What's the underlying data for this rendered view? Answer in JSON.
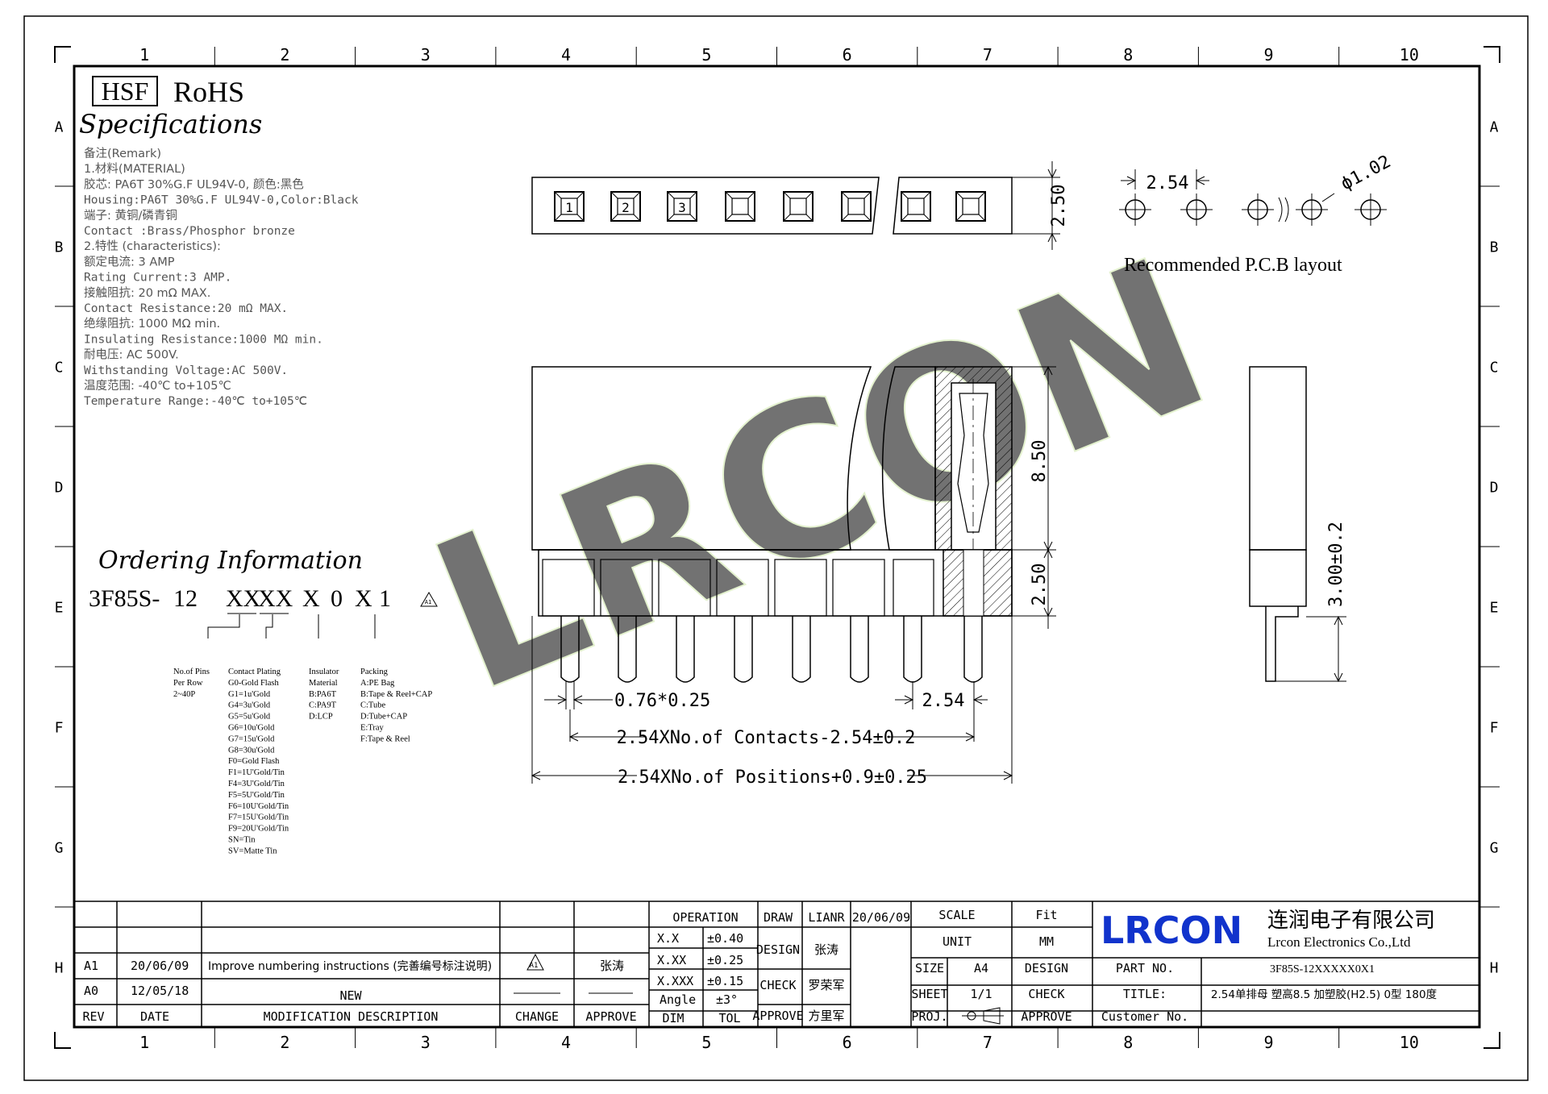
{
  "grid": {
    "columns": [
      "1",
      "2",
      "3",
      "4",
      "5",
      "6",
      "7",
      "8",
      "9",
      "10"
    ],
    "rows": [
      "A",
      "B",
      "C",
      "D",
      "E",
      "F",
      "G",
      "H"
    ]
  },
  "header": {
    "hsf": "HSF",
    "rohs": "RoHS",
    "specifications": "Specifications"
  },
  "spec_lines": [
    "备注(Remark)",
    "1.材料(MATERIAL)",
    "胶芯: PA6T 30%G.F UL94V-0, 颜色:黑色",
    "Housing:PA6T 30%G.F UL94V-0,Color:Black",
    "端子: 黄铜/磷青铜",
    "Contact :Brass/Phosphor bronze",
    "2.特性 (characteristics):",
    "额定电流: 3 AMP",
    "Rating Current:3 AMP.",
    "接触阻抗: 20 mΩ MAX.",
    "Contact Resistance:20 mΩ MAX.",
    "绝缘阻抗: 1000 MΩ min.",
    "Insulating Resistance:1000 MΩ  min.",
    "耐电压: AC 500V.",
    "Withstanding Voltage:AC 500V.",
    "温度范围: -40℃ to+105℃",
    "Temperature Range:-40℃ to+105℃"
  ],
  "ordering": {
    "title": "Ordering Information",
    "code_parts": [
      "3F85S-",
      "12",
      "XX",
      "XX",
      "X",
      "0",
      "X",
      "1"
    ],
    "revision_mark": "A1",
    "columns": [
      {
        "lines": [
          "No.of Pins",
          "Per Row",
          "2~40P"
        ]
      },
      {
        "lines": [
          "Contact Plating",
          "G0-Gold Flash",
          "G1=1u'Gold",
          "G4=3u'Gold",
          "G5=5u'Gold",
          "G6=10u'Gold",
          "G7=15u'Gold",
          "G8=30u'Gold",
          "F0=Gold Flash",
          "F1=1U'Gold/Tin",
          "F4=3U'Gold/Tin",
          "F5=5U'Gold/Tin",
          "F6=10U'Gold/Tin",
          "F7=15U'Gold/Tin",
          "F9=20U'Gold/Tin",
          "SN=Tin",
          "SV=Matte Tin"
        ]
      },
      {
        "lines": [
          "Insulator",
          "Material",
          "B:PA6T",
          "C:PA9T",
          "D:LCP"
        ]
      },
      {
        "lines": [
          "Packing",
          "A:PE Bag",
          "B:Tape & Reel+CAP",
          "C:Tube",
          "D:Tube+CAP",
          "E:Tray",
          "F:Tape & Reel"
        ]
      }
    ]
  },
  "top_view": {
    "pin_labels": [
      "1",
      "2",
      "3"
    ],
    "dim_height": "2.50"
  },
  "pcb_layout": {
    "pitch": "2.54",
    "hole": "ϕ1.02",
    "caption": "Recommended P.C.B layout"
  },
  "front_view": {
    "dim_body_height": "8.50",
    "dim_tail": "2.50",
    "dim_pin": "0.76*0.25",
    "dim_pitch": "2.54",
    "dim_contacts": "2.54XNo.of Contacts-2.54±0.2",
    "dim_positions": "2.54XNo.of Positions+0.9±0.25"
  },
  "side_view": {
    "dim_tail": "3.00±0.2"
  },
  "watermark": "LRCON",
  "title_block": {
    "revisions": [
      {
        "rev": "A1",
        "date": "20/06/09",
        "description": "Improve numbering instructions (完善编号标注说明)",
        "approve": "张涛"
      },
      {
        "rev": "A0",
        "date": "12/05/18",
        "description": "NEW",
        "approve": ""
      }
    ],
    "rev_headers": {
      "rev": "REV",
      "date": "DATE",
      "description": "MODIFICATION DESCRIPTION",
      "change": "CHANGE",
      "approve": "APPROVE"
    },
    "operation": "OPERATION",
    "tolerances": [
      {
        "dim": "X.X",
        "tol": "±0.40"
      },
      {
        "dim": "X.XX",
        "tol": "±0.25"
      },
      {
        "dim": "X.XXX",
        "tol": "±0.15"
      },
      {
        "dim": "Angle",
        "tol": "±3°"
      }
    ],
    "dim_label": "DIM",
    "tol_label": "TOL",
    "draw_label": "DRAW",
    "draw_name": "LIANR",
    "draw_date": "20/06/09",
    "design_label": "DESIGN",
    "design_name": "张涛",
    "check_label": "CHECK",
    "check_name": "罗荣军",
    "approve_label": "APPROVE",
    "approve_name": "方里军",
    "scale_label": "SCALE",
    "scale_value": "Fit",
    "unit_label": "UNIT",
    "unit_value": "MM",
    "size_label": "SIZE",
    "size_value": "A4",
    "sheet_label": "SHEET",
    "sheet_value": "1/1",
    "proj_label": "PROJ.",
    "design2": "DESIGN",
    "check2": "CHECK",
    "approve2": "APPROVE",
    "company_logo": "LRCON",
    "company_cn": "连润电子有限公司",
    "company_en": "Lrcon Electronics Co.,Ltd",
    "part_no_label": "PART NO.",
    "part_no": "3F85S-12XXXXX0X1",
    "title_label": "TITLE:",
    "title": "2.54单排母 塑高8.5 加塑胶(H2.5) 0型 180度",
    "customer_label": "Customer No.",
    "logo_color": "#1133cc"
  }
}
